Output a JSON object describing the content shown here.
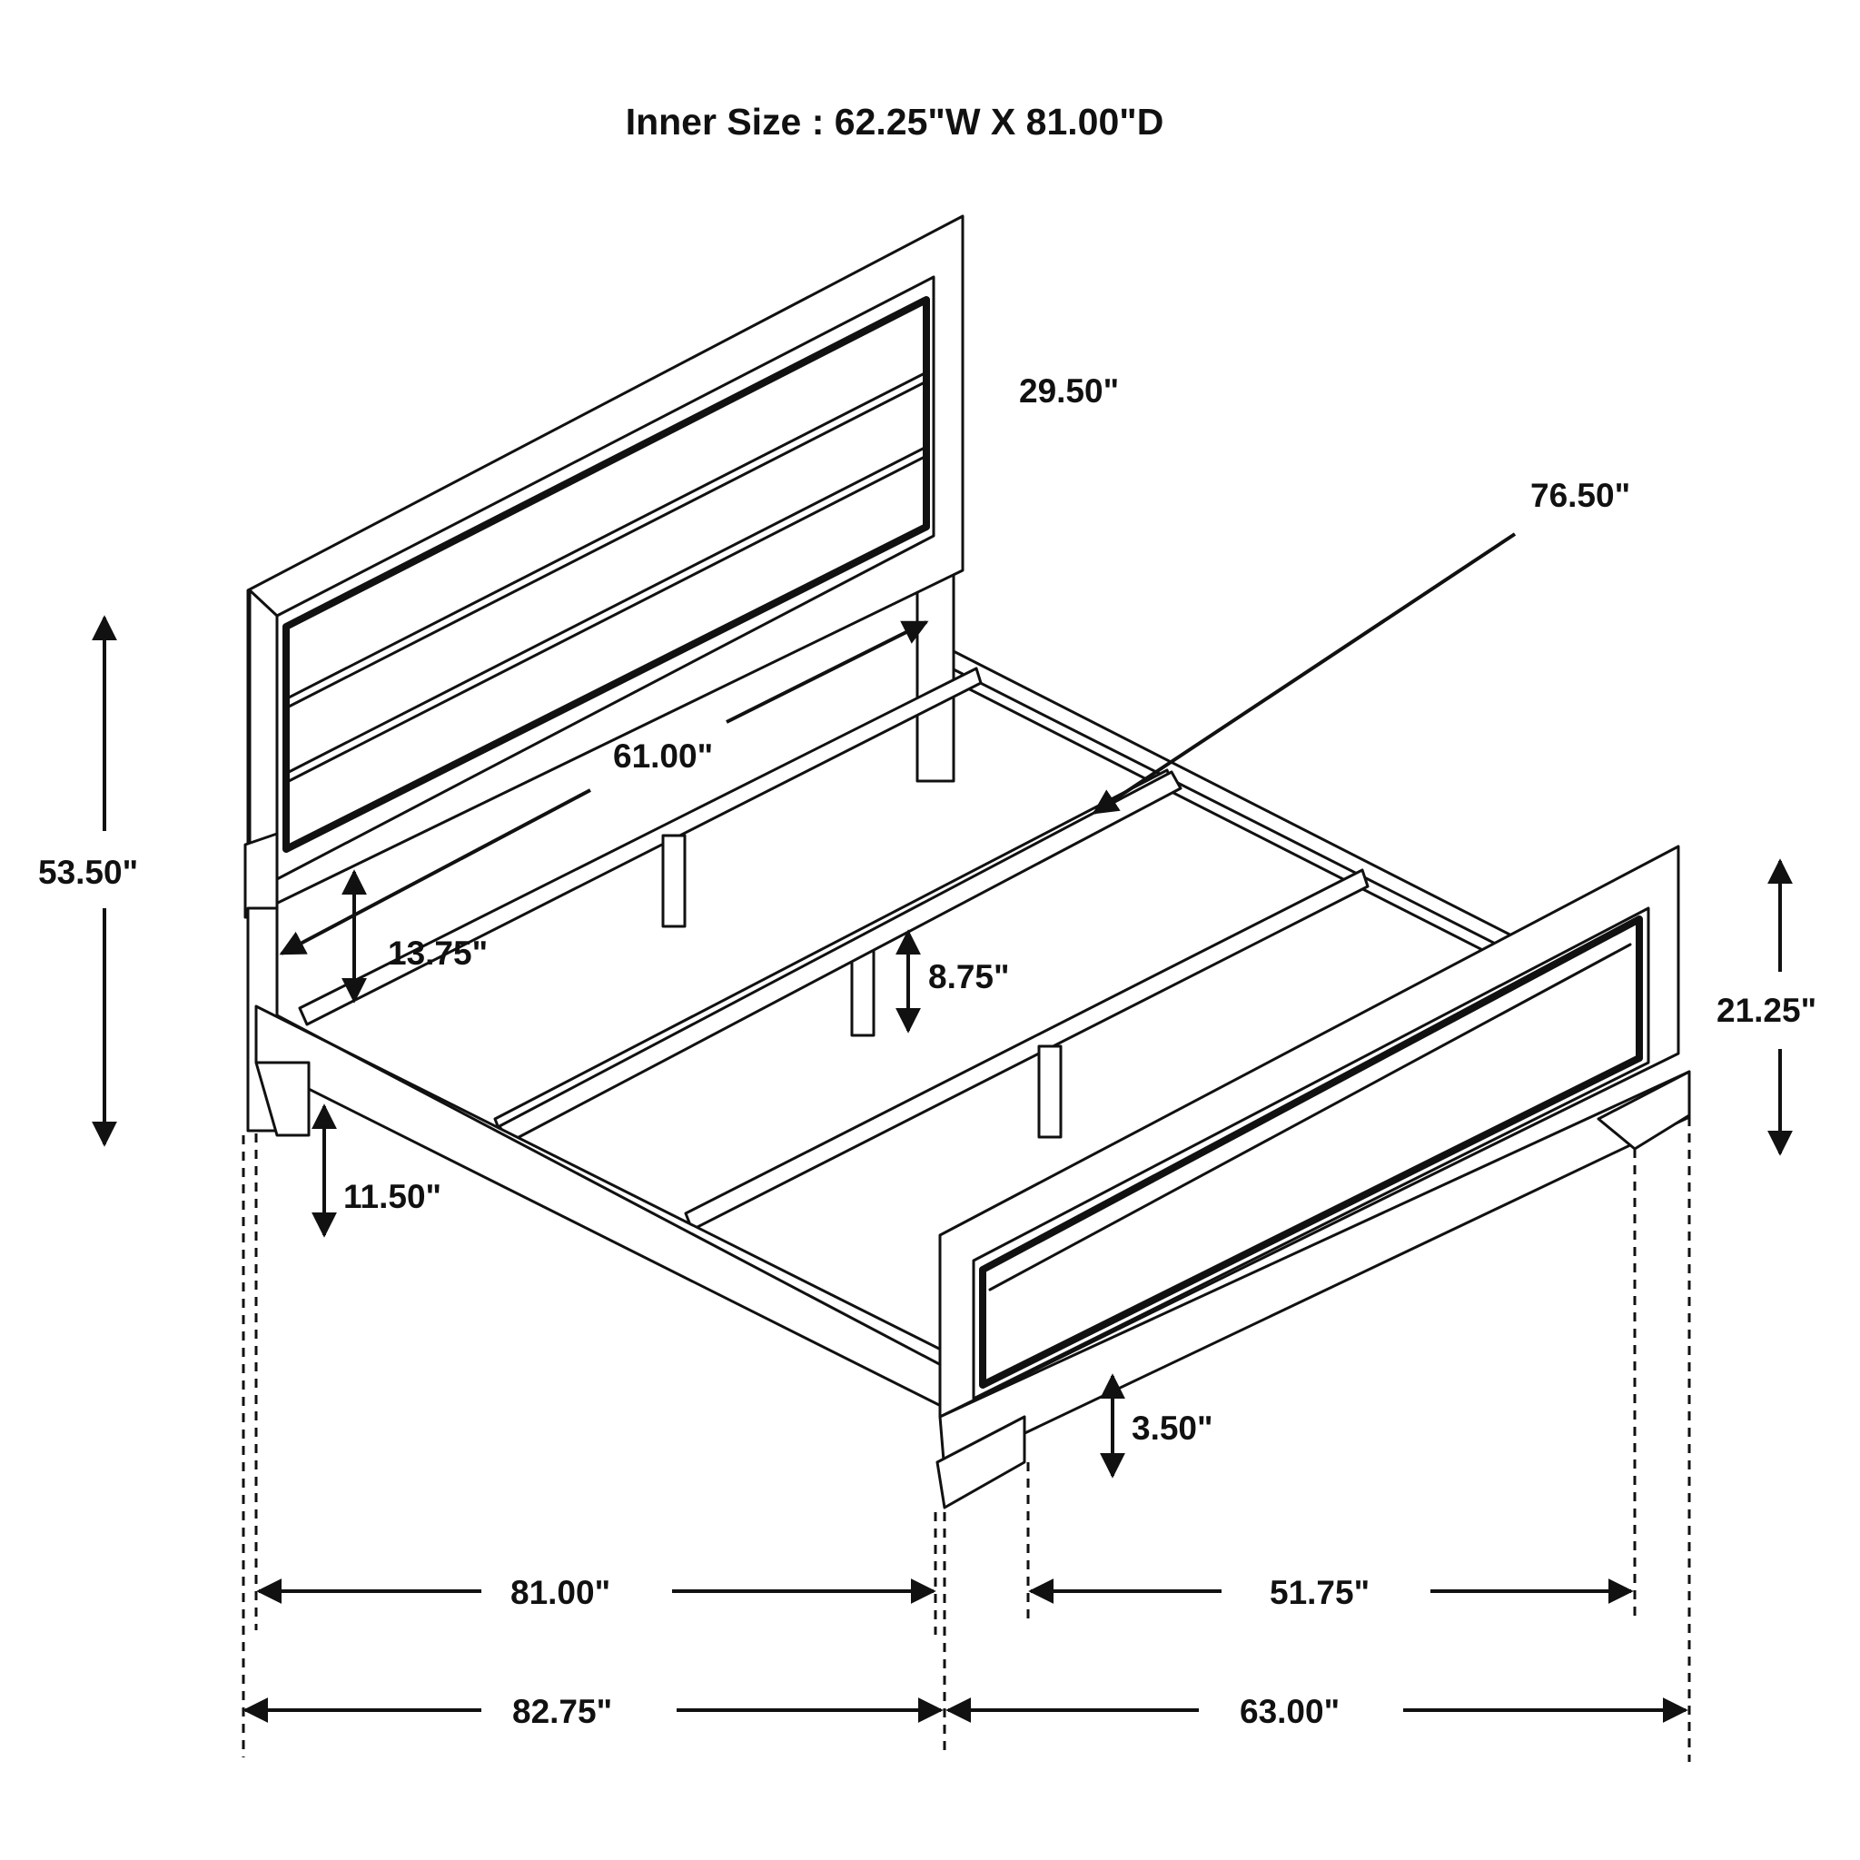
{
  "title": "Inner Size : 62.25\"W X 81.00\"D",
  "colors": {
    "ink": "#111111",
    "background": "#ffffff"
  },
  "dimensions": {
    "headboard_panel_height": "29.50\"",
    "rail_length_inner": "76.50\"",
    "headboard_inner_width": "61.00\"",
    "overall_height": "53.50\"",
    "headboard_leg_height": "13.75\"",
    "slat_leg_height": "8.75\"",
    "footboard_height": "21.25\"",
    "rail_clearance": "11.50\"",
    "footboard_foot_height": "3.50\"",
    "inner_length": "81.00\"",
    "inner_foot_width": "51.75\"",
    "overall_length": "82.75\"",
    "overall_width": "63.00\""
  }
}
